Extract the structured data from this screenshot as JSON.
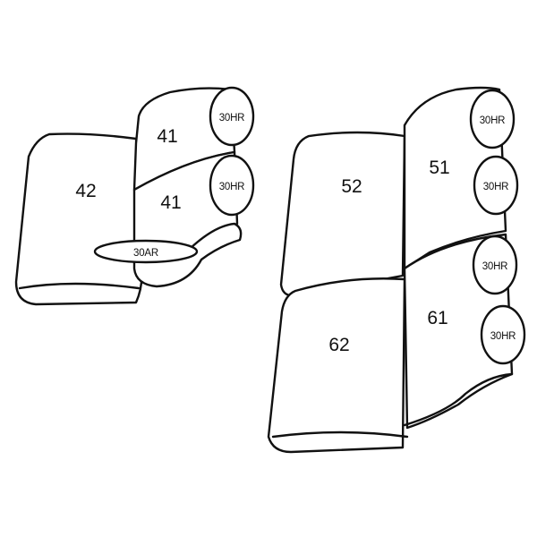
{
  "left_seat": {
    "seat_left": "42",
    "back_upper": "41",
    "back_lower": "41",
    "headrest_top": "30HR",
    "headrest_bottom": "30HR",
    "armrest": "30AR"
  },
  "right_seat": {
    "back_left": "52",
    "back_right": "51",
    "cushion_left": "62",
    "cushion_right": "61",
    "headrest_1": "30HR",
    "headrest_2": "30HR",
    "headrest_3": "30HR",
    "headrest_4": "30HR"
  }
}
